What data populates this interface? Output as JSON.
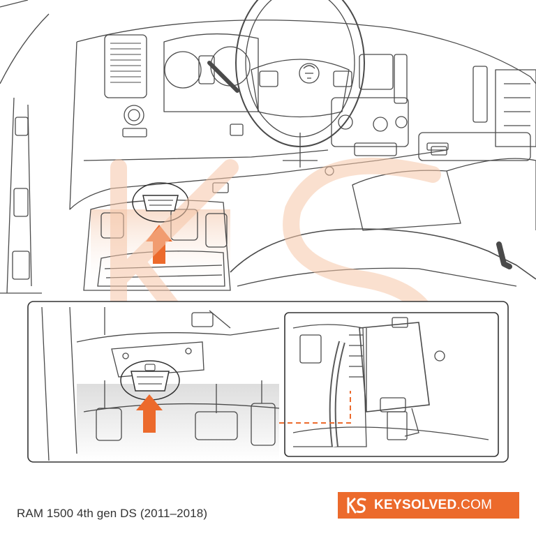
{
  "footer": {
    "caption": "RAM 1500 4th gen DS (2011–2018)",
    "brand_bold": "KEYSOLVED",
    "brand_suffix": ".COM"
  },
  "colors": {
    "accent": "#ec6a2c",
    "line": "#4a4a4a",
    "panel_border": "#333333"
  },
  "icons": {
    "arrow": "arrow-up-icon",
    "logo": "keysolved-ks-logo-icon"
  }
}
